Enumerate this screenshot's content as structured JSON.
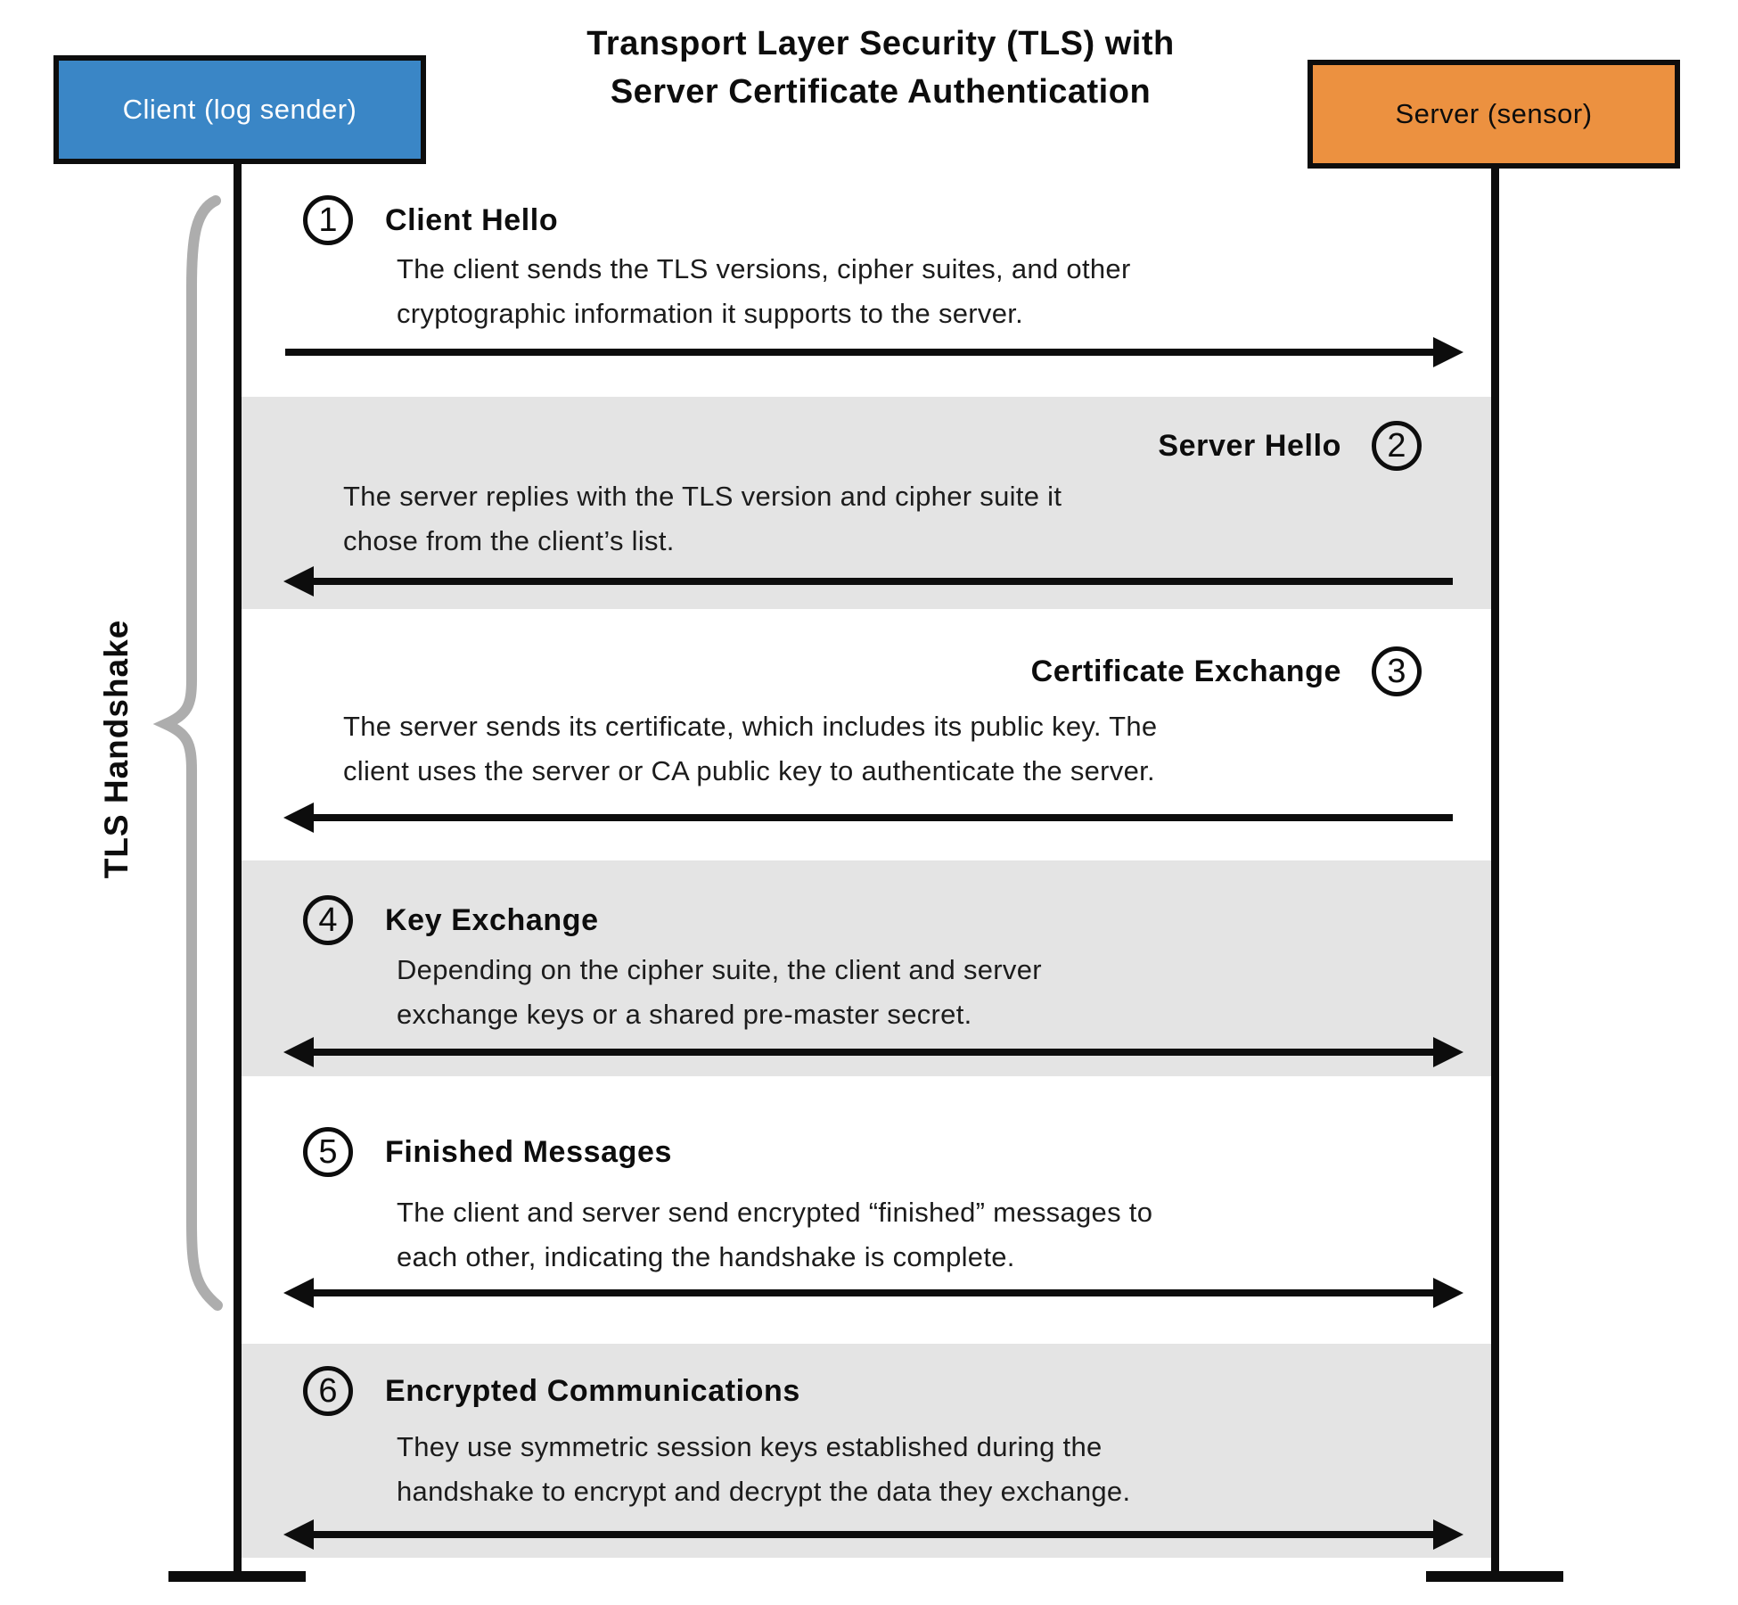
{
  "title": {
    "line1": "Transport Layer Security (TLS) with",
    "line2": "Server Certificate Authentication"
  },
  "actors": {
    "client": {
      "label": "Client (log sender)",
      "color": "#3a86c6"
    },
    "server": {
      "label": "Server (sensor)",
      "color": "#ec9140"
    }
  },
  "side_label": "TLS Handshake",
  "colors": {
    "step_band": "#e4e4e4",
    "brace": "#adadad",
    "line": "#0d0d0d"
  },
  "steps": [
    {
      "num": "1",
      "title": "Client Hello",
      "desc_lines": [
        "The client sends the TLS versions, cipher suites, and other",
        "cryptographic information it supports to the server."
      ],
      "align": "left",
      "arrow": "right",
      "shaded": false
    },
    {
      "num": "2",
      "title": "Server Hello",
      "desc_lines": [
        "The server replies with the TLS version and cipher suite it",
        "chose from the client’s list."
      ],
      "align": "right",
      "arrow": "left",
      "shaded": true
    },
    {
      "num": "3",
      "title": "Certificate Exchange",
      "desc_lines": [
        "The server sends its certificate, which includes its public key. The",
        "client uses the server or CA public key to authenticate the server."
      ],
      "align": "right",
      "arrow": "left",
      "shaded": false
    },
    {
      "num": "4",
      "title": "Key Exchange",
      "desc_lines": [
        "Depending on the cipher suite, the client and server",
        "exchange keys or a shared pre-master secret."
      ],
      "align": "left",
      "arrow": "both",
      "shaded": true
    },
    {
      "num": "5",
      "title": "Finished Messages",
      "desc_lines": [
        "The client and server send encrypted “finished” messages to",
        "each other, indicating the handshake is complete."
      ],
      "align": "left",
      "arrow": "both",
      "shaded": false
    },
    {
      "num": "6",
      "title": "Encrypted Communications",
      "desc_lines": [
        "They use symmetric session keys established during the",
        "handshake to encrypt and decrypt the data they exchange."
      ],
      "align": "left",
      "arrow": "both",
      "shaded": true
    }
  ]
}
